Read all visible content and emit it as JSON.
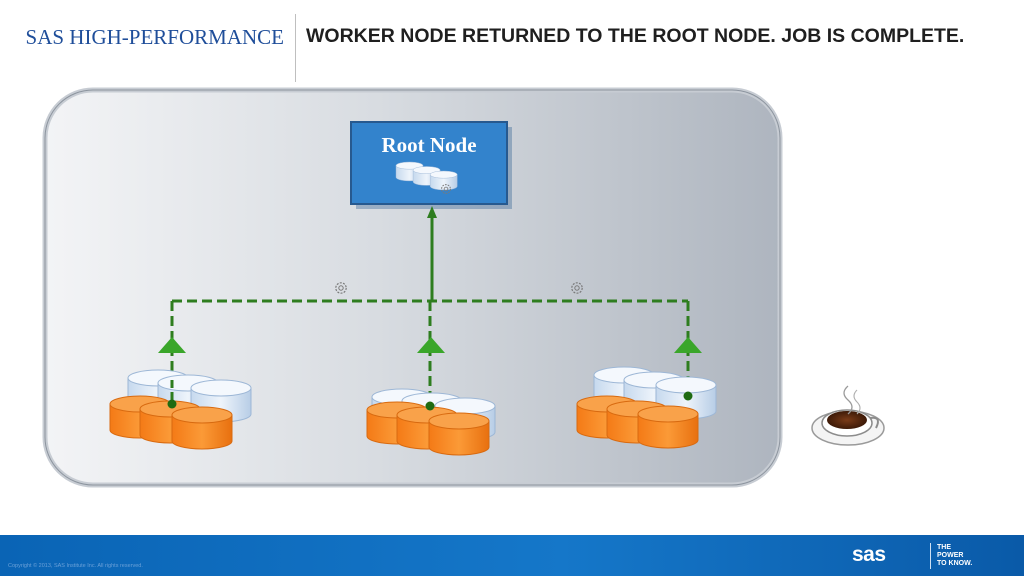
{
  "header": {
    "section_title": "SAS HIGH-PERFORMANCE",
    "slide_title": "WORKER NODE RETURNED TO THE ROOT NODE. JOB IS COMPLETE."
  },
  "diagram": {
    "root_node_label": "Root Node",
    "colors": {
      "root_box": "#3383cc",
      "root_border": "#27598f",
      "connector": "#2e7d1f",
      "arrow": "#3aa62a",
      "data_blue": "#dce9f7",
      "data_orange": "#f6891f"
    },
    "icons": [
      "gear-icon",
      "coffee-cup-icon"
    ]
  },
  "footer": {
    "copyright": "Copyright © 2013, SAS Institute Inc. All rights reserved.",
    "logo": "sas",
    "tagline_lines": [
      "THE",
      "POWER",
      "TO KNOW."
    ]
  }
}
